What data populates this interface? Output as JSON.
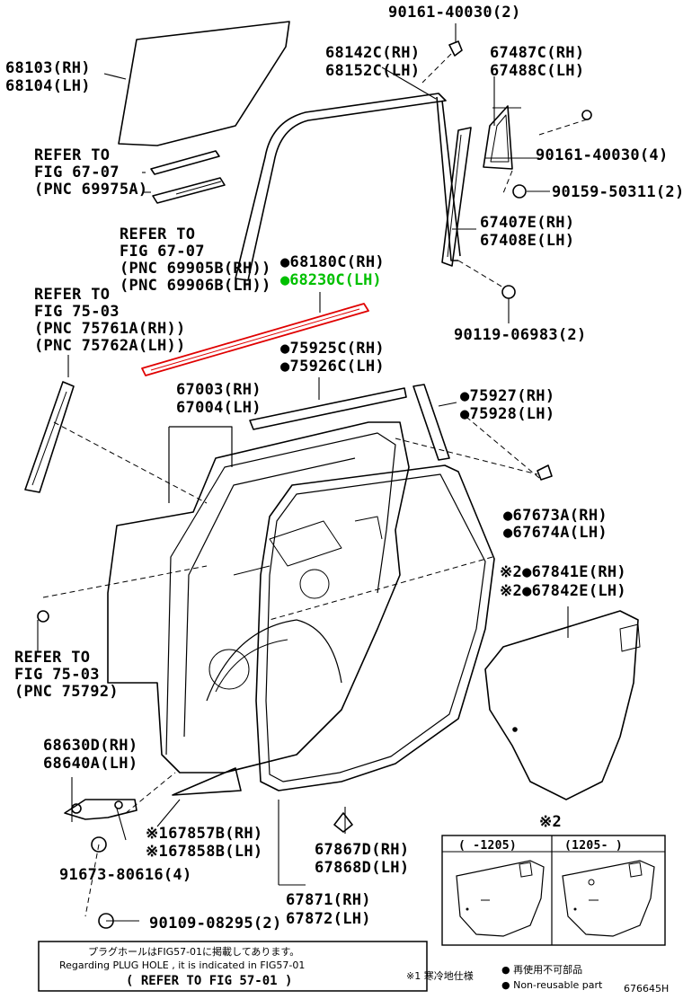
{
  "colors": {
    "ink": "#000000",
    "highlight": "#00c000",
    "part_highlight": "#e00000",
    "paper": "#ffffff"
  },
  "labels": {
    "p90161_2": "90161-40030(2)",
    "p68103": "68103(RH)",
    "p68104": "68104(LH)",
    "p68142": "68142C(RH)",
    "p68152": "68152C(LH)",
    "p67487": "67487C(RH)",
    "p67488": "67488C(LH)",
    "ref1_a": "REFER TO",
    "ref1_b": "FIG 67-07",
    "ref1_c": "(PNC 69975A)",
    "p90161_4": "90161-40030(4)",
    "p90159": "90159-50311(2)",
    "ref2_a": "REFER TO",
    "ref2_b": "FIG 67-07",
    "ref2_c": "(PNC 69905B(RH))",
    "ref2_d": "(PNC 69906B(LH))",
    "p67407": "67407E(RH)",
    "p67408": "67408E(LH)",
    "p68180": "●68180C(RH)",
    "p68230": "●68230C(LH)",
    "ref3_a": "REFER TO",
    "ref3_b": "FIG 75-03",
    "ref3_c": "(PNC 75761A(RH))",
    "ref3_d": "(PNC 75762A(LH))",
    "p90119": "90119-06983(2)",
    "p75925": "●75925C(RH)",
    "p75926": "●75926C(LH)",
    "p67003": "67003(RH)",
    "p67004": "67004(LH)",
    "p75927": "●75927(RH)",
    "p75928": "●75928(LH)",
    "p67673": "●67673A(RH)",
    "p67674": "●67674A(LH)",
    "p67841": "※2●67841E(RH)",
    "p67842": "※2●67842E(LH)",
    "ref4_a": "REFER TO",
    "ref4_b": "FIG 75-03",
    "ref4_c": "(PNC 75792)",
    "p68630": "68630D(RH)",
    "p68640": "68640A(LH)",
    "p67857": "※167857B(RH)",
    "p67858": "※167858B(LH)",
    "p91673": "91673-80616(4)",
    "p67867": "67867D(RH)",
    "p67868": "67868D(LH)",
    "p67871": "67871(RH)",
    "p67872": "67872(LH)",
    "p90109": "90109-08295(2)",
    "mark2": "※2",
    "inset_left": "(   -1205)",
    "inset_right": "(1205-   )"
  },
  "notes": {
    "jp": "プラグホールはFIG57-01に掲載してあります。",
    "en": "Regarding PLUG HOLE , it is indicated in FIG57-01",
    "ref": "( REFER TO FIG 57-01 )"
  },
  "legend": {
    "mark1": "※1 寒冷地仕様",
    "nonreuse_jp": "● 再使用不可部品",
    "nonreuse_en": "● Non-reusable part"
  },
  "figure_id": "676645H"
}
